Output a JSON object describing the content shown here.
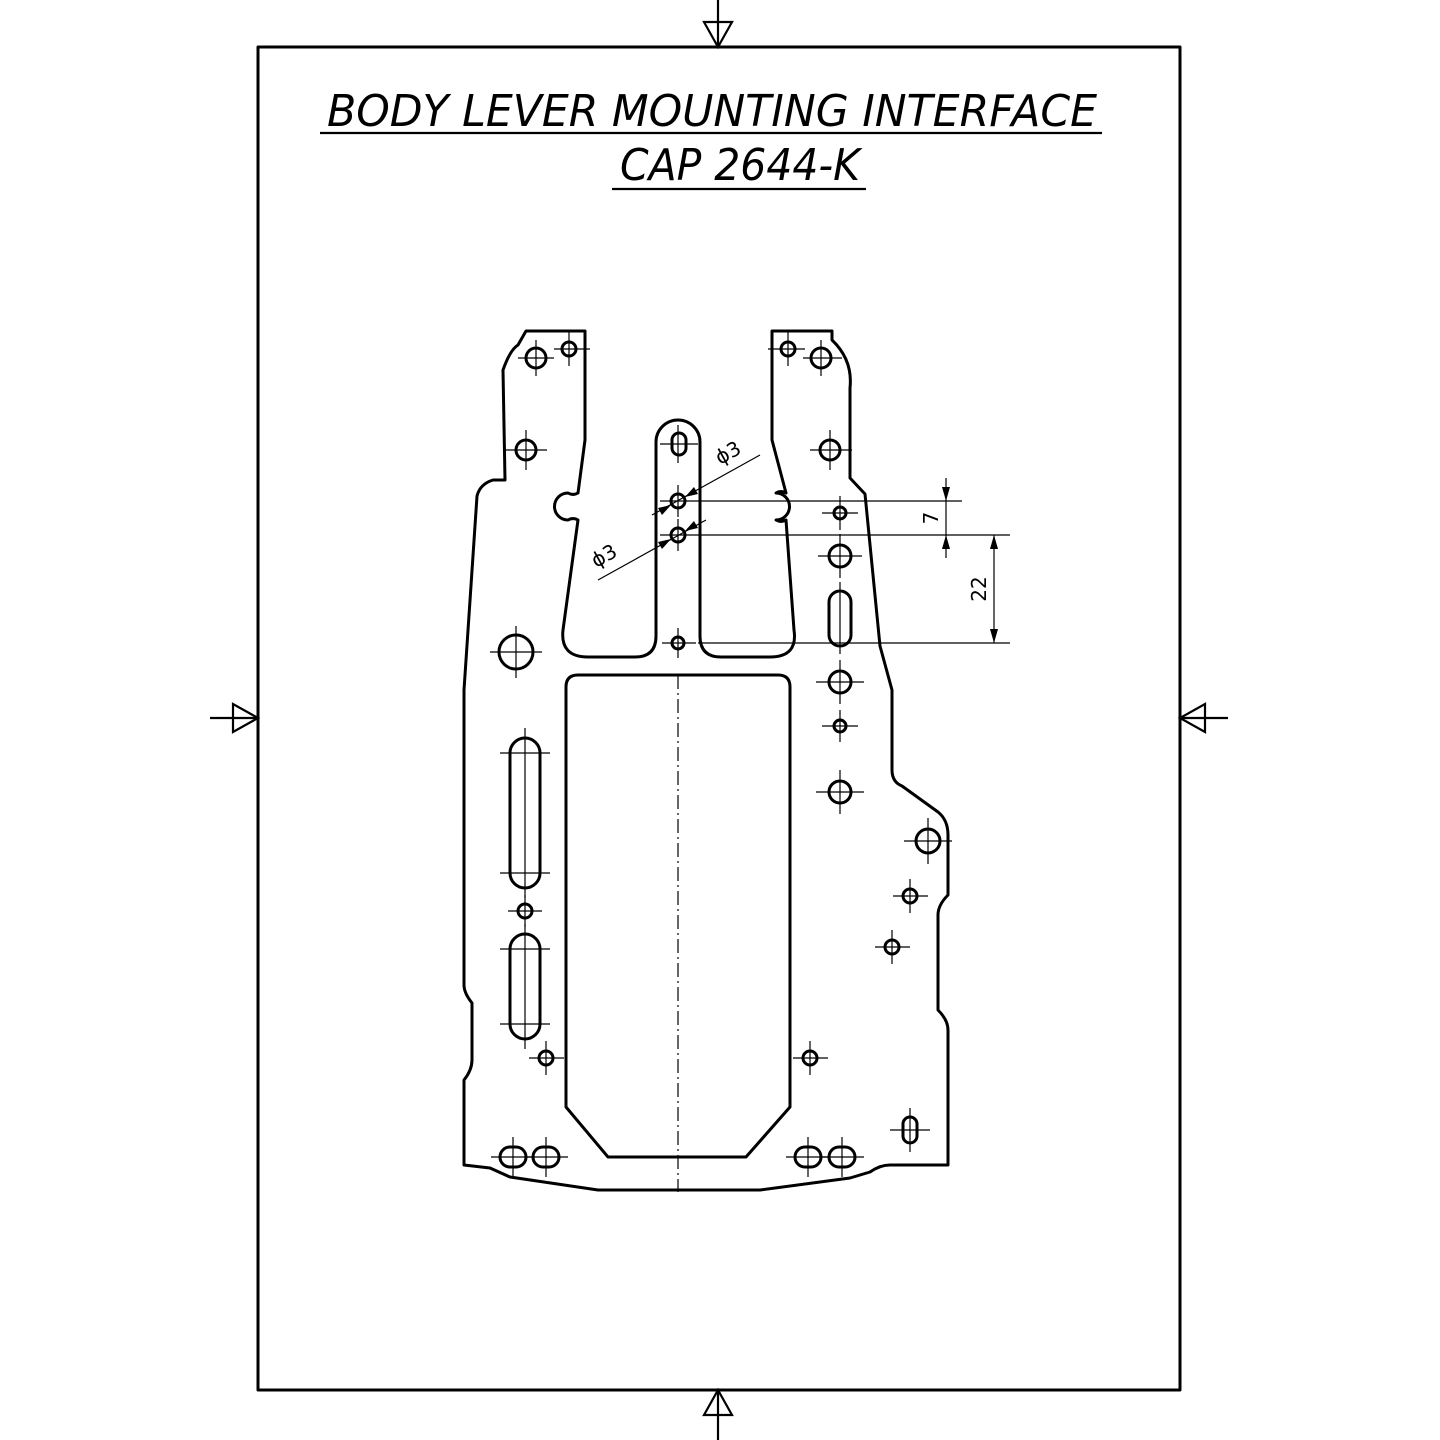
{
  "title": {
    "line1": "BODY LEVER MOUNTING INTERFACE",
    "line2": "CAP 2644-K"
  },
  "dimensions": {
    "hole_dia_upper": "ϕ3",
    "hole_dia_lower": "ϕ3",
    "spacing_small": "7",
    "spacing_large": "22"
  }
}
